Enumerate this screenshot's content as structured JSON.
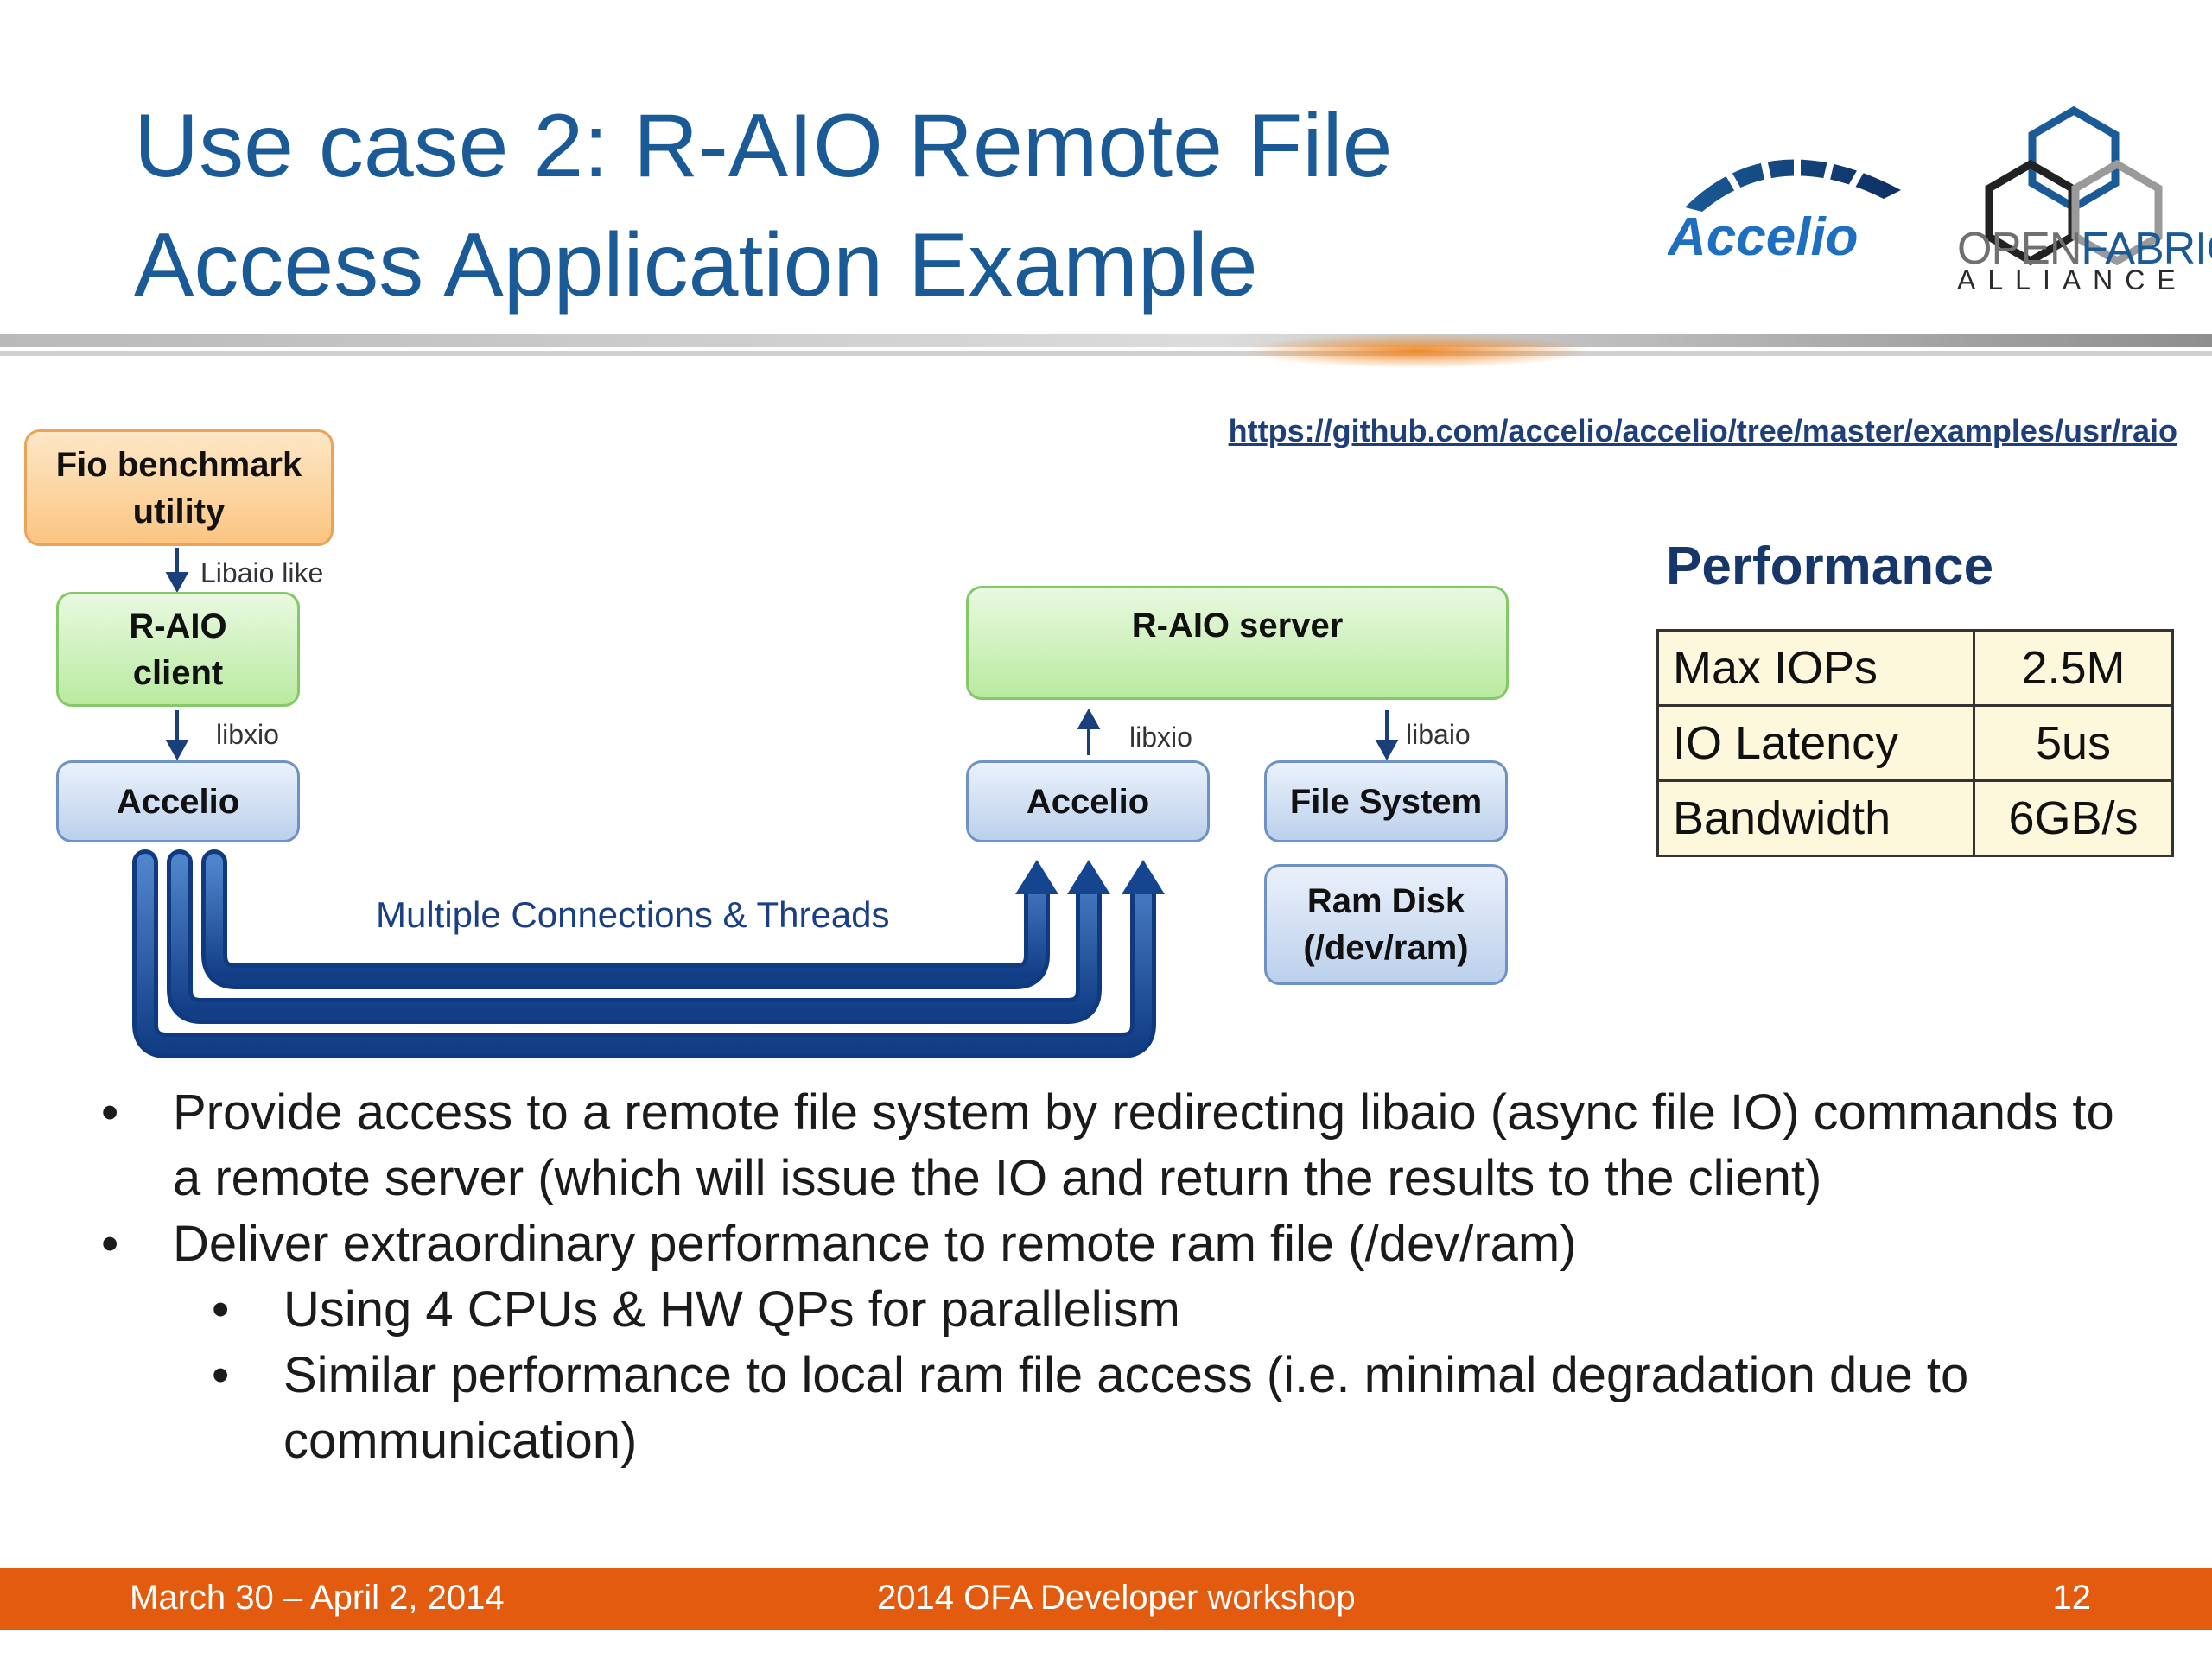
{
  "title": {
    "line1": "Use case 2: R-AIO Remote File",
    "line2": "Access Application Example"
  },
  "logos": {
    "accelio": "Accelio",
    "ofa_open": "OPEN",
    "ofa_fabrics": "FABRICS",
    "ofa_alliance": "ALLIANCE"
  },
  "url": "https://github.com/accelio/accelio/tree/master/examples/usr/raio",
  "diagram": {
    "fio": "Fio benchmark utility",
    "libaio_like": "Libaio like",
    "raio_client": "R-AIO client",
    "libxio_client": "libxio",
    "accelio_client": "Accelio",
    "raio_server": "R-AIO server",
    "libxio_server": "libxio",
    "libaio_server": "libaio",
    "accelio_server": "Accelio",
    "file_system": "File System",
    "ram_disk": "Ram Disk (/dev/ram)",
    "connections": "Multiple Connections & Threads"
  },
  "performance": {
    "heading": "Performance",
    "rows": [
      {
        "label": "Max IOPs",
        "value": "2.5M"
      },
      {
        "label": "IO Latency",
        "value": "5us"
      },
      {
        "label": "Bandwidth",
        "value": "6GB/s"
      }
    ]
  },
  "bullets": {
    "b1": "Provide access to a remote file system by redirecting libaio (async file IO) commands to a remote server (which will issue the IO and return the results to the client)",
    "b2": "Deliver extraordinary performance to remote ram file (/dev/ram)",
    "b2_1": "Using 4 CPUs & HW QPs for parallelism",
    "b2_2": "Similar performance to local ram file access (i.e. minimal degradation due to communication)",
    "marker": "•"
  },
  "footer": {
    "date": "March 30 – April 2, 2014",
    "event": "2014 OFA Developer workshop",
    "page": "12"
  },
  "colors": {
    "title": "#1a5a96",
    "footer": "#e25b0e",
    "arrow_blue": "#1d4d96",
    "table_bg": "#fdf8db"
  }
}
